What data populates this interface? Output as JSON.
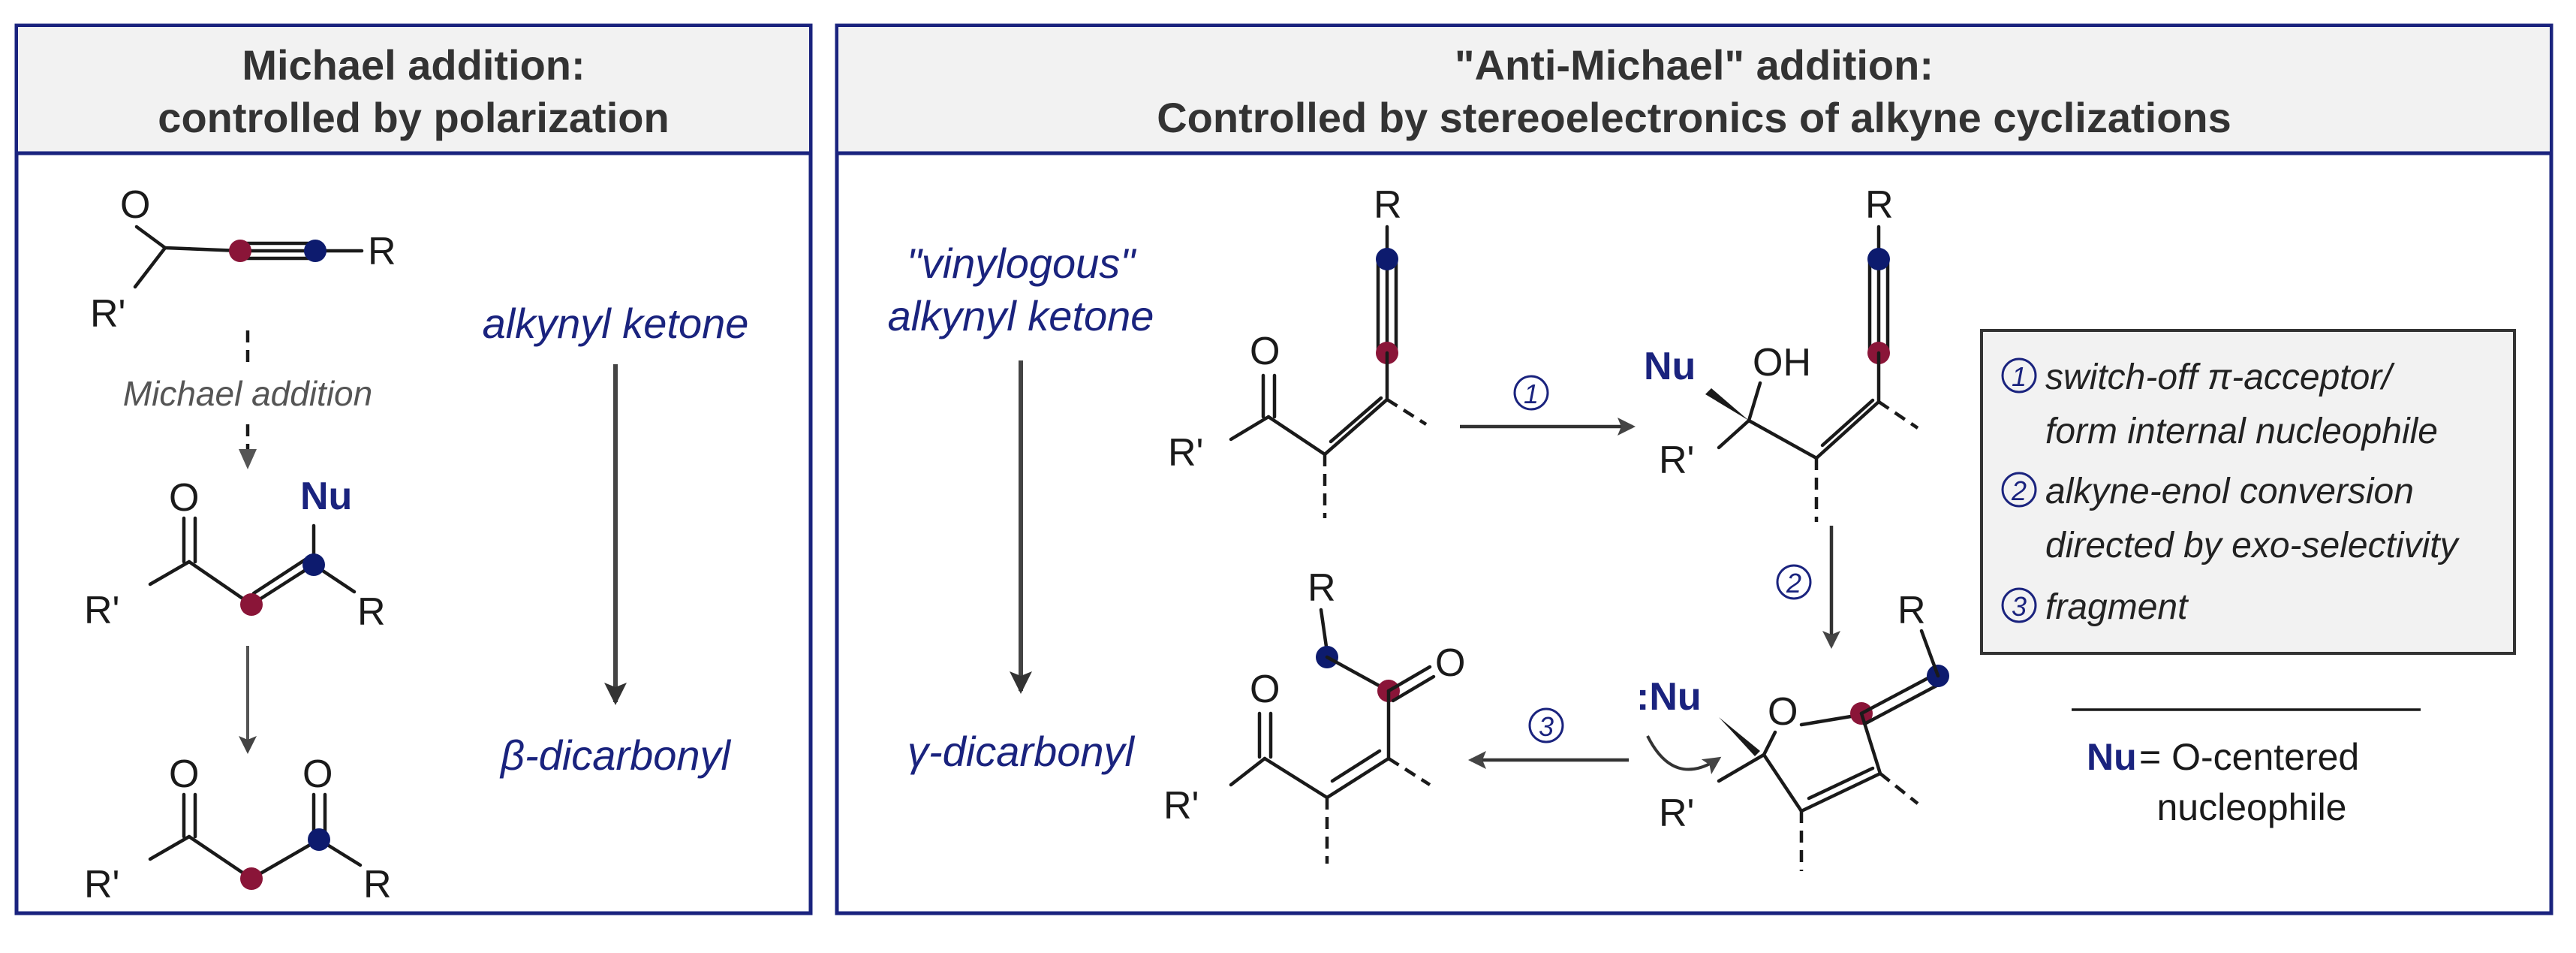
{
  "left_panel": {
    "title_line1": "Michael addition:",
    "title_line2": "controlled by polarization",
    "step_label": "Michael addition",
    "right_top": "alkynyl ketone",
    "right_bottom": "β-dicarbonyl",
    "atoms": {
      "O": "O",
      "R": "R",
      "Rp": "R'",
      "Nu": "Nu"
    }
  },
  "right_panel": {
    "title_line1": "\"Anti-Michael\" addition:",
    "title_line2": "Controlled by stereoelectronics of alkyne cyclizations",
    "left_top_line1": "\"vinylogous\"",
    "left_top_line2": "alkynyl ketone",
    "left_bottom": "γ-dicarbonyl",
    "step1": "1",
    "step2": "2",
    "step3": "3",
    "atoms": {
      "O": "O",
      "OH": "OH",
      "R": "R",
      "Rp": "R'",
      "Nu": "Nu",
      "NuLone": ":Nu"
    },
    "legend": {
      "item1_line1": "switch-off π-acceptor/",
      "item1_line2": "form internal nucleophile",
      "item2_line1": "alkyne-enol conversion",
      "item2_line2": "directed by exo-selectivity",
      "item3": "fragment"
    },
    "nu_def_nu": "Nu",
    "nu_def_text1": " = O-centered",
    "nu_def_text2": "nucleophile"
  },
  "colors": {
    "frame": "#1a237e",
    "header_bg": "#f2f2f2",
    "electrophilic_dot": "#8a1538",
    "nucleophilic_dot": "#0d1b6e",
    "label_blue": "#1a237e"
  }
}
